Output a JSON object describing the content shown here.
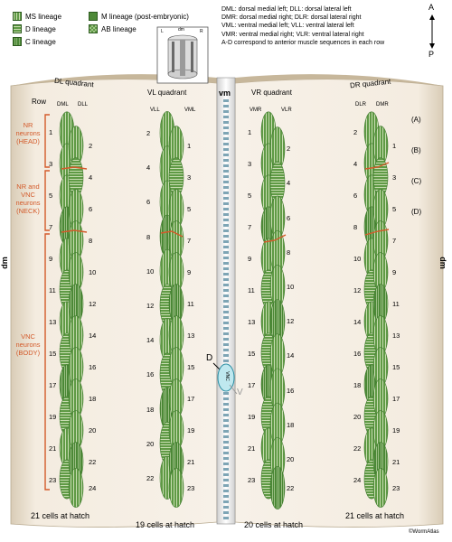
{
  "legend": {
    "items": [
      {
        "label": "MS lineage",
        "pattern": "ms"
      },
      {
        "label": "M lineage (post-embryonic)",
        "pattern": "m"
      },
      {
        "label": "D lineage",
        "pattern": "d"
      },
      {
        "label": "AB lineage",
        "pattern": "ab"
      },
      {
        "label": "C lineage",
        "pattern": "c"
      }
    ]
  },
  "abbreviations": [
    "DML: dorsal medial left; DLL: dorsal lateral left",
    "DMR: dorsal medial right; DLR: dorsal lateral right",
    "VML: ventral medial left; VLL: ventral lateral left",
    "VMR: ventral medial right; VLR: ventral lateral right",
    "A-D correspond to anterior muscle sequences in each row"
  ],
  "axis": {
    "top": "A",
    "bottom": "P"
  },
  "inset": {
    "left": "L",
    "right": "R",
    "center": "dm"
  },
  "quadrants": {
    "dl": "DL quadrant",
    "vl": "VL quadrant",
    "vm": "vm",
    "vr": "VR quadrant",
    "dr": "DR quadrant"
  },
  "side_labels": {
    "left": "dm",
    "right": "dm"
  },
  "row_header": "Row",
  "columns": {
    "dml": "DML",
    "dll": "DLL",
    "vll": "VLL",
    "vml": "VML",
    "vmr": "VMR",
    "vlr": "VLR",
    "dlr": "DLR",
    "dmr": "DMR"
  },
  "groups": {
    "head": "NR neurons (HEAD)",
    "neck": "NR and VNC neurons (NECK)",
    "body": "VNC neurons (BODY)"
  },
  "sequence_letters": [
    "(A)",
    "(B)",
    "(C)",
    "(D)"
  ],
  "center_marker": {
    "d_label": "D",
    "bubble": "VNC",
    "v_label": "V"
  },
  "counts": {
    "dl": "21 cells at hatch",
    "vl": "19 cells at hatch",
    "vr": "20 cells at hatch",
    "dr": "21 cells at hatch"
  },
  "copyright": "©WormAtlas",
  "colors": {
    "muscle": "#5f9a45",
    "muscle_dark": "#3f7a2e",
    "orange": "#d35a2a",
    "page": "#f5eee3"
  },
  "quadrant_cells": {
    "dl": {
      "left": [
        "1",
        "3",
        "5",
        "7",
        "9",
        "11",
        "13",
        "15",
        "17",
        "19",
        "21",
        "23"
      ],
      "right": [
        "2",
        "4",
        "6",
        "8",
        "10",
        "12",
        "14",
        "16",
        "18",
        "20",
        "22",
        "24"
      ]
    },
    "vl": {
      "left": [
        "2",
        "4",
        "6",
        "8",
        "10",
        "12",
        "14",
        "16",
        "18",
        "20",
        "22"
      ],
      "right": [
        "1",
        "3",
        "5",
        "7",
        "9",
        "11",
        "13",
        "15",
        "17",
        "19",
        "21",
        "23"
      ]
    },
    "vr": {
      "left": [
        "1",
        "3",
        "5",
        "7",
        "9",
        "11",
        "13",
        "15",
        "17",
        "19",
        "21",
        "23"
      ],
      "right": [
        "2",
        "4",
        "6",
        "8",
        "10",
        "12",
        "14",
        "16",
        "18",
        "20",
        "22"
      ]
    },
    "dr": {
      "left": [
        "2",
        "4",
        "6",
        "8",
        "10",
        "12",
        "14",
        "16",
        "18",
        "20",
        "22",
        "24"
      ],
      "right": [
        "1",
        "3",
        "5",
        "7",
        "9",
        "11",
        "13",
        "15",
        "17",
        "19",
        "21",
        "23"
      ]
    }
  }
}
